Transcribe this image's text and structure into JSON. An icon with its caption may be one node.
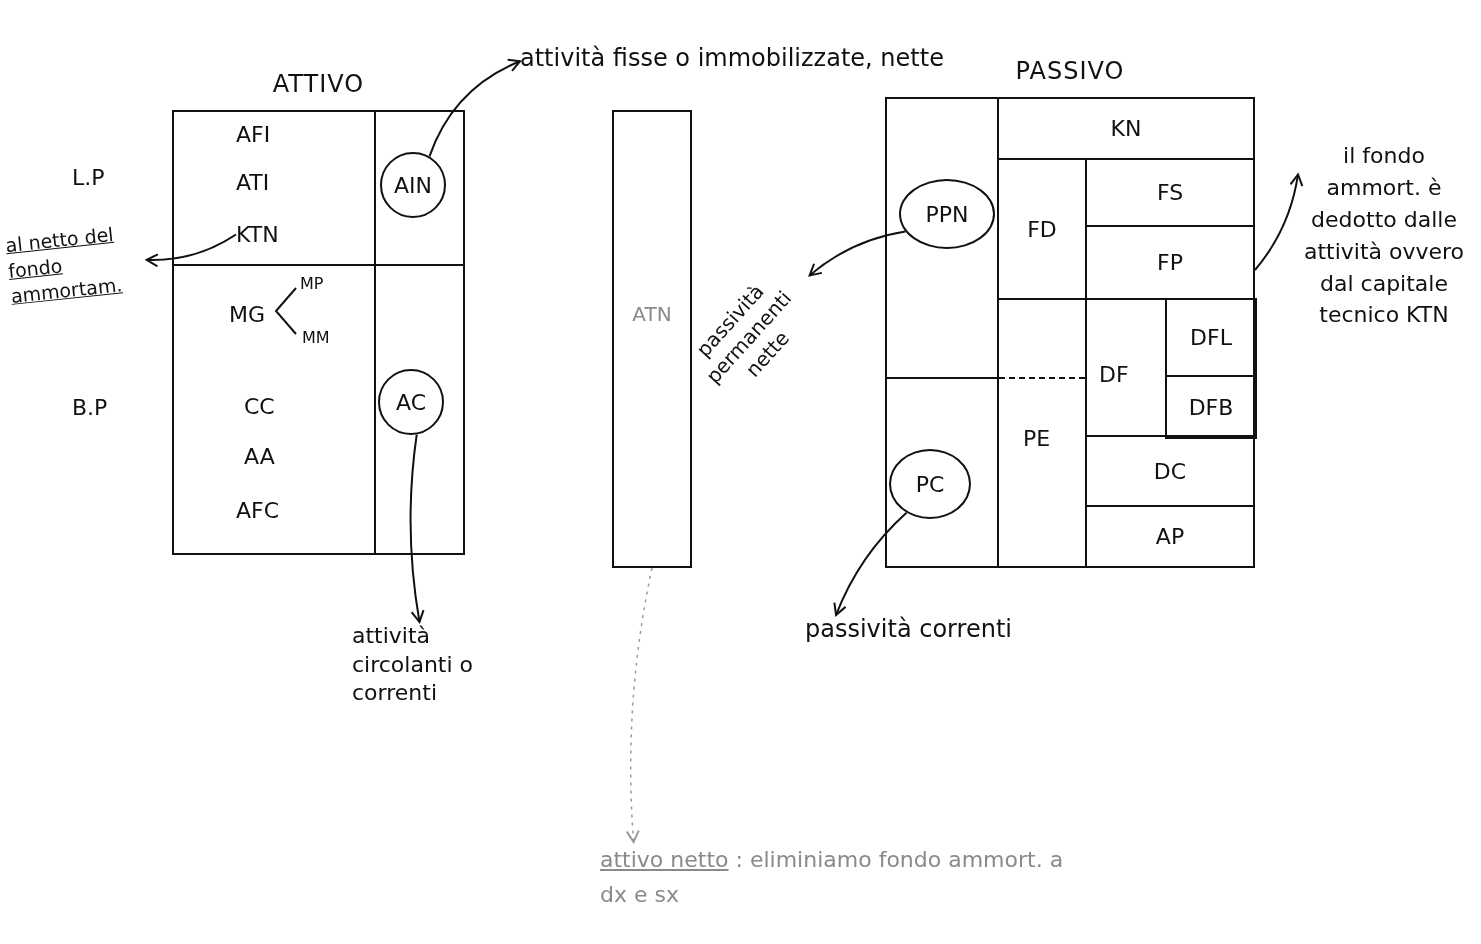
{
  "diagram": {
    "nodes": [
      {
        "text": [
          "ATTIVO"
        ]
      },
      {
        "text": [
          "AFI",
          "ATI"
        ],
        "in": 0
      },
      {
        "text": [
          "KTN"
        ],
        "in": 1
      },
      {
        "text": [
          "MG",
          "MP",
          "MM",
          "CC",
          "AA",
          "AFC"
        ],
        "in": 0
      },
      {
        "text": [
          "AIN"
        ],
        "in": 0
      },
      {
        "text": [
          "AC"
        ],
        "in": 0
      },
      {
        "text": [
          "attività fisse o immobilizzate, nette"
        ]
      },
      {
        "text": [
          "al netto del fondo ammortam."
        ]
      },
      {
        "text": [
          "attività circolanti o correnti"
        ]
      },
      {
        "text": [
          "ATN"
        ]
      },
      {
        "text": [
          "passività permanenti nette"
        ]
      },
      {
        "text": [
          "attivo netto"
        ],
        "beside": [
          ": eliminiamo fondo ammort. a dx e sx"
        ]
      },
      {
        "text": [
          "PASSIVO"
        ]
      },
      {
        "text": [
          "PPN"
        ],
        "in": 12
      },
      {
        "text": [
          "PC"
        ],
        "in": 12
      },
      {
        "text": [
          "KN"
        ],
        "in": 12
      },
      {
        "text": [
          "FD"
        ],
        "in": 12
      },
      {
        "text": [
          "FS"
        ],
        "in": 12
      },
      {
        "text": [
          "FP"
        ],
        "in": 12
      },
      {
        "text": [
          "DF"
        ],
        "in": 12
      },
      {
        "text": [
          "DFL"
        ],
        "in": 19
      },
      {
        "text": [
          "DFB"
        ],
        "in": 19
      },
      {
        "text": [
          "PE"
        ],
        "in": 12
      },
      {
        "text": [
          "DC"
        ],
        "in": 12
      },
      {
        "text": [
          "AP"
        ],
        "in": 12
      },
      {
        "text": [
          "passività correnti"
        ]
      },
      {
        "text": [
          "il fondo ammort. è dedotto dalle attività ovvero dal capitale tecnico KTN"
        ]
      }
    ],
    "edges": [
      {
        "from": 2,
        "to": 7,
        "arrow": "to"
      },
      {
        "from": 4,
        "to": 6,
        "arrow": "to"
      },
      {
        "from": 5,
        "to": 8,
        "arrow": "to"
      },
      {
        "from": 9,
        "to": 11,
        "arrow": "to",
        "style": "dashed",
        "color": "#999999"
      },
      {
        "from": 13,
        "to": 10,
        "arrow": "to"
      },
      {
        "from": 14,
        "to": 25,
        "arrow": "to"
      },
      {
        "from": 18,
        "to": 26,
        "arrow": "to"
      }
    ],
    "labels": [
      "L.P",
      "B.P"
    ]
  }
}
